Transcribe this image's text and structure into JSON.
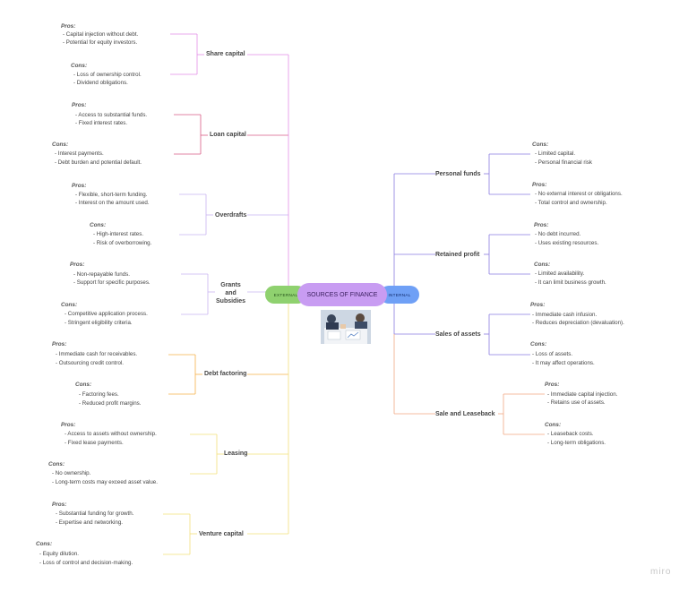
{
  "center": {
    "title": "SOURCES OF FINANCE",
    "left_tag": "EXTERNAL",
    "right_tag": "INTERNAL"
  },
  "colors": {
    "center": "#c89cf2",
    "external": "#8fd16f",
    "internal": "#6fa0f6",
    "share_capital": "#e38ee6",
    "loan_capital": "#d95b86",
    "overdrafts": "#c9b4f0",
    "grants": "#c9b4f0",
    "debt_factoring": "#f5b04a",
    "leasing": "#f3e07a",
    "venture_capital": "#f3e07a",
    "personal_funds": "#8a7be0",
    "retained_profit": "#8a7be0",
    "sales_of_assets": "#8a7be0",
    "sale_and_leaseback": "#f0a983"
  },
  "external": [
    {
      "title": "Share  capital",
      "pros_header": "Pros:",
      "pros": [
        "- Capital injection without debt.",
        "- Potential for equity investors."
      ],
      "cons_header": "Cons:",
      "cons": [
        "- Loss of ownership control.",
        "- Dividend obligations."
      ]
    },
    {
      "title": "Loan capital",
      "pros_header": "Pros:",
      "pros": [
        "- Access to substantial funds.",
        "- Fixed interest rates."
      ],
      "cons_header": "Cons:",
      "cons": [
        "- Interest payments.",
        "- Debt burden and potential default."
      ]
    },
    {
      "title": "Overdrafts",
      "pros_header": "Pros:",
      "pros": [
        "- Flexible, short-term funding.",
        "- Interest on the amount used."
      ],
      "cons_header": "Cons:",
      "cons": [
        "- High-interest rates.",
        "- Risk of overborrowing."
      ]
    },
    {
      "title": "Grants\nand\nSubsidies",
      "pros_header": "Pros:",
      "pros": [
        "- Non-repayable funds.",
        "- Support for specific purposes."
      ],
      "cons_header": "Cons:",
      "cons": [
        "- Competitive application process.",
        "- Stringent eligibility criteria."
      ]
    },
    {
      "title": "Debt factoring",
      "pros_header": "Pros:",
      "pros": [
        "- Immediate cash for receivables.",
        "- Outsourcing credit control."
      ],
      "cons_header": "Cons:",
      "cons": [
        "- Factoring fees.",
        "- Reduced profit margins."
      ]
    },
    {
      "title": "Leasing",
      "pros_header": "Pros:",
      "pros": [
        "- Access to assets without ownership.",
        "- Fixed lease payments."
      ],
      "cons_header": "Cons:",
      "cons": [
        "- No ownership.",
        "- Long-term costs may exceed asset value."
      ]
    },
    {
      "title": "Venture capital",
      "pros_header": "Pros:",
      "pros": [
        "- Substantial funding for growth.",
        "- Expertise and networking."
      ],
      "cons_header": "Cons:",
      "cons": [
        "- Equity dilution.",
        "- Loss of control and decision-making."
      ]
    }
  ],
  "internal": [
    {
      "title": "Personal funds",
      "first_header": "Cons:",
      "first": [
        "- Limited capital.",
        "- Personal financial risk"
      ],
      "second_header": "Pros:",
      "second": [
        "- No external interest or obligations.",
        "- Total control and ownership."
      ]
    },
    {
      "title": "Retained profit",
      "first_header": "Pros:",
      "first": [
        "- No debt incurred.",
        "- Uses existing resources."
      ],
      "second_header": "Cons:",
      "second": [
        "- Limited availability.",
        "- It can limit business growth."
      ]
    },
    {
      "title": "Sales of assets",
      "first_header": "Pros:",
      "first": [
        "- Immediate cash infusion.",
        "- Reduces depreciation (devaluation)."
      ],
      "second_header": "Cons:",
      "second": [
        "- Loss of assets.",
        "- It may affect operations."
      ]
    },
    {
      "title": "Sale and Leaseback",
      "first_header": "Pros:",
      "first": [
        "- Immediate capital injection.",
        "- Retains use of assets."
      ],
      "second_header": "Cons:",
      "second": [
        "- Leaseback costs.",
        "- Long-term obligations."
      ]
    }
  ],
  "watermark": "miro"
}
